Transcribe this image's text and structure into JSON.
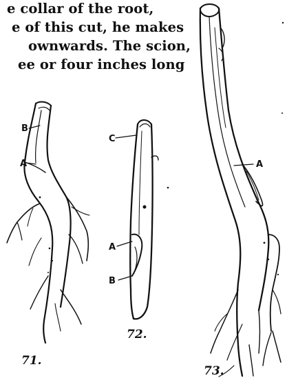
{
  "text_lines": [
    "e collar of the root,",
    "e of this cut, he makes",
    "ownwards. The scion,",
    "ee or four inches long"
  ],
  "figures": [
    {
      "number": "71.",
      "labels": [
        "B",
        "A"
      ]
    },
    {
      "number": "72.",
      "labels": [
        "C",
        "A",
        "B"
      ]
    },
    {
      "number": "73.",
      "labels": [
        "A"
      ]
    }
  ]
}
